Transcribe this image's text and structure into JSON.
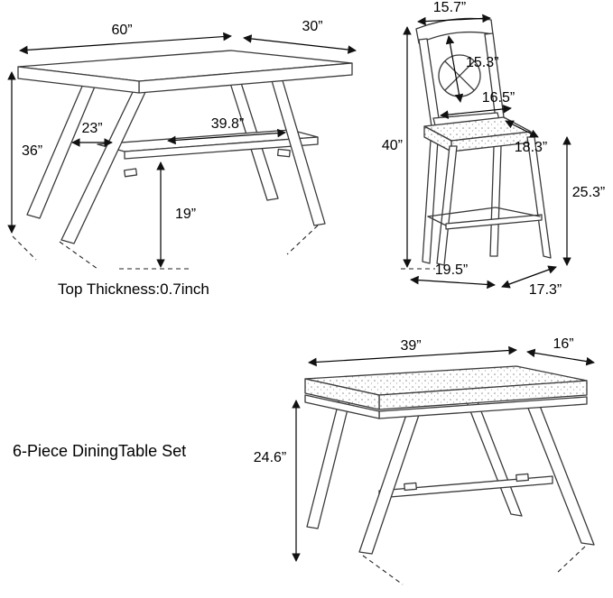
{
  "title": "6-Piece DiningTable Set",
  "table": {
    "top_width": "60”",
    "top_depth": "30”",
    "height": "36”",
    "leg_spacing": "23”",
    "shelf_length": "39.8”",
    "shelf_height": "19”",
    "top_thickness_note": "Top Thickness:0.7inch"
  },
  "chair": {
    "top_width": "15.7”",
    "back_height": "15.3”",
    "seat_width": "16.5”",
    "seat_depth": "18.3”",
    "total_height": "40”",
    "seat_height": "25.3”",
    "base_width": "19.5”",
    "base_depth": "17.3”"
  },
  "bench": {
    "top_length": "39”",
    "top_depth": "16”",
    "height": "24.6”"
  }
}
